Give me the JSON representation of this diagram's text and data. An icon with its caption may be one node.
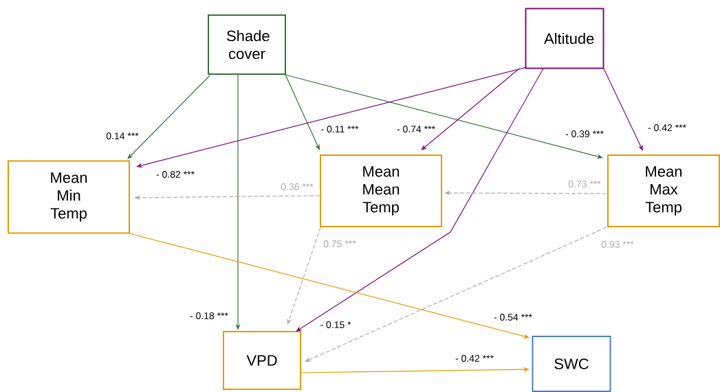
{
  "diagram": {
    "nodes": [
      {
        "text": [
          "Shade cover"
        ]
      },
      {
        "text": [
          "Altitude"
        ]
      },
      {
        "text": [
          "Mean Min Temp"
        ]
      },
      {
        "text": [
          "Mean Mean Temp"
        ]
      },
      {
        "text": [
          "Mean Max Temp"
        ]
      },
      {
        "text": [
          "VPD"
        ]
      },
      {
        "text": [
          "SWC"
        ]
      }
    ],
    "edges": [
      {
        "from": 0,
        "to": 2,
        "arrow": "to",
        "label": "0.14 ***",
        "color": "#3d6e3d"
      },
      {
        "from": 0,
        "to": 3,
        "arrow": "to",
        "label": "- 0.11 ***",
        "color": "#3d6e3d"
      },
      {
        "from": 0,
        "to": 4,
        "arrow": "to",
        "label": "- 0.39 ***",
        "color": "#3d6e3d"
      },
      {
        "from": 0,
        "to": 5,
        "arrow": "to",
        "label": "- 0.18 ***",
        "color": "#3d6e3d"
      },
      {
        "from": 1,
        "to": 2,
        "arrow": "to",
        "label": "- 0.82 ***",
        "color": "#7b0d7b"
      },
      {
        "from": 1,
        "to": 3,
        "arrow": "to",
        "label": "- 0.74 ***",
        "color": "#7b0d7b"
      },
      {
        "from": 1,
        "to": 5,
        "arrow": "to",
        "label": "- 0.15 *",
        "color": "#7b0d7b"
      },
      {
        "from": 1,
        "to": 4,
        "arrow": "to",
        "label": "- 0.42 ***",
        "color": "#7b0d7b"
      },
      {
        "from": 3,
        "to": 2,
        "arrow": "to",
        "label": "0.36 ***",
        "style": "dashed",
        "color": "#aaaaaa"
      },
      {
        "from": 4,
        "to": 3,
        "arrow": "to",
        "label": "0.73 ***",
        "style": "dashed",
        "color": "#aaaaaa"
      },
      {
        "from": 3,
        "to": 5,
        "arrow": "to",
        "label": "0.75 ***",
        "style": "dashed",
        "color": "#aaaaaa"
      },
      {
        "from": 4,
        "to": 5,
        "arrow": "to",
        "label": "0.93 ***",
        "style": "dashed",
        "color": "#aaaaaa"
      },
      {
        "from": 2,
        "to": 6,
        "arrow": "to",
        "label": "- 0.54 ***",
        "color": "#e39b00"
      },
      {
        "from": 5,
        "to": 6,
        "arrow": "to",
        "label": "- 0.42 ***",
        "color": "#e39b00"
      }
    ]
  }
}
